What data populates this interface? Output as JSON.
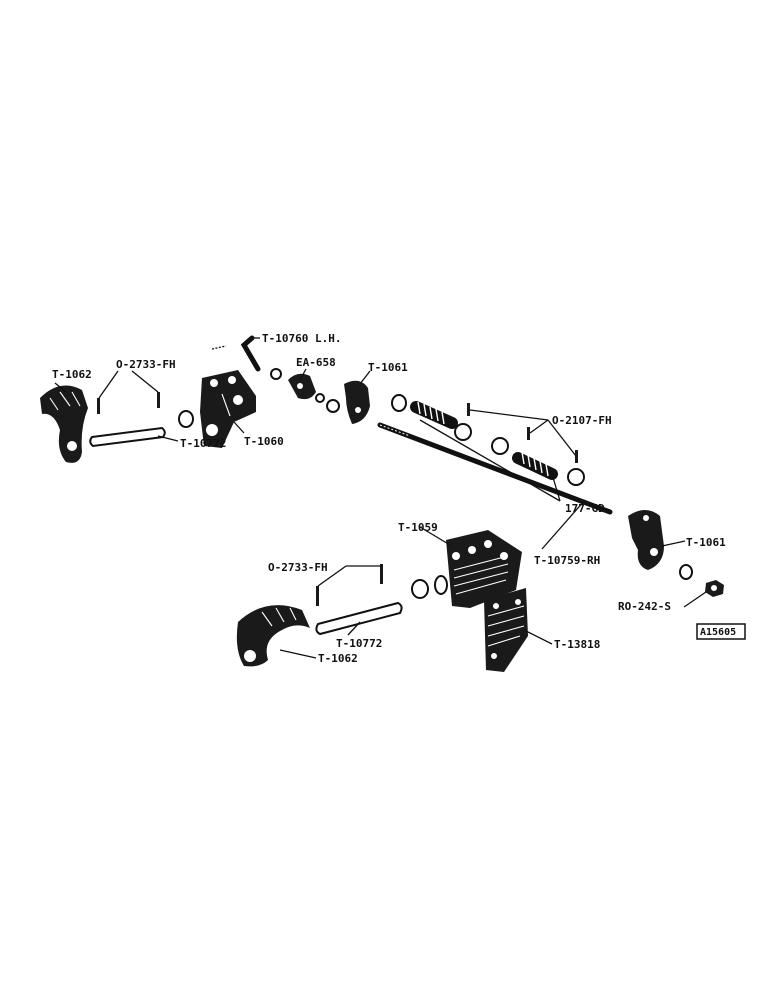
{
  "labels": {
    "t10760_lh": "T-10760 L.H.",
    "ea658": "EA-658",
    "t1062_top": "T-1062",
    "o2733_top": "O-2733-FH",
    "t10772_top": "T-10772",
    "t1060": "T-1060",
    "t1061_top": "T-1061",
    "o2107": "O-2107-FH",
    "gd177": "177-GD",
    "t10759_rh": "T-10759-RH",
    "t1061_right": "T-1061",
    "ro242": "RO-242-S",
    "t1059": "T-1059",
    "o2733_bottom": "O-2733-FH",
    "t10772_bottom": "T-10772",
    "t1062_bottom": "T-1062",
    "t13818": "T-13818",
    "figure_id": "A15605"
  }
}
